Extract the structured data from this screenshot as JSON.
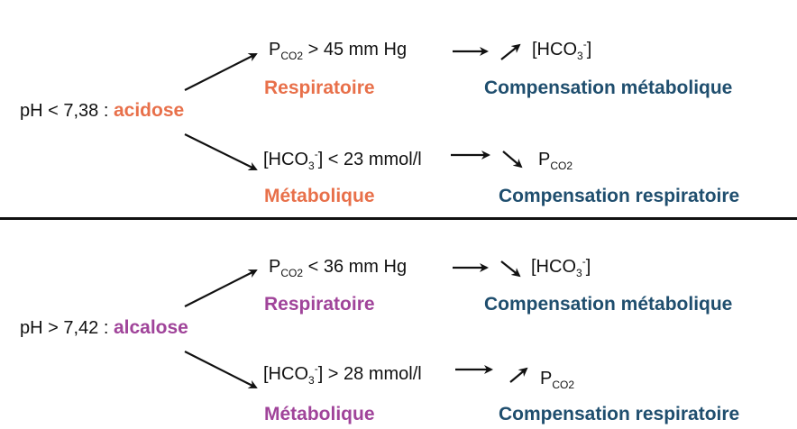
{
  "acidose": {
    "ph_label": "pH < 7,38 : ",
    "state": "acidose",
    "respiratory": {
      "var": "P",
      "var_sub": "CO2",
      "condition": " > 45 mm Hg",
      "type": "Respiratoire",
      "compensation_var": "[HCO",
      "compensation_sub": "3",
      "compensation_sup": "-",
      "compensation_close": "]",
      "compensation": "Compensation métabolique",
      "direction": "↗"
    },
    "metabolic": {
      "var": "[HCO",
      "var_sub": "3",
      "var_sup": "-",
      "var_close": "]",
      "condition": " < 23 mmol/l",
      "type": "Métabolique",
      "compensation_var": "P",
      "compensation_sub": "CO2",
      "compensation": "Compensation respiratoire",
      "direction": "↘"
    }
  },
  "alcalose": {
    "ph_label": "pH > 7,42 : ",
    "state": "alcalose",
    "respiratory": {
      "var": "P",
      "var_sub": "CO2",
      "condition": " < 36 mm Hg",
      "type": "Respiratoire",
      "compensation_var": "[HCO",
      "compensation_sub": "3",
      "compensation_sup": "-",
      "compensation_close": "]",
      "compensation": "Compensation métabolique",
      "direction": "↘"
    },
    "metabolic": {
      "var": "[HCO",
      "var_sub": "3",
      "var_sup": "-",
      "var_close": "]",
      "condition": " > 28 mmol/l",
      "type": "Métabolique",
      "compensation_var": "P",
      "compensation_sub": "CO2",
      "compensation": "Compensation respiratoire",
      "direction": "↗"
    }
  },
  "colors": {
    "acidose": "#e8704a",
    "alcalose": "#a0449a",
    "compensation": "#1f4e6e"
  }
}
